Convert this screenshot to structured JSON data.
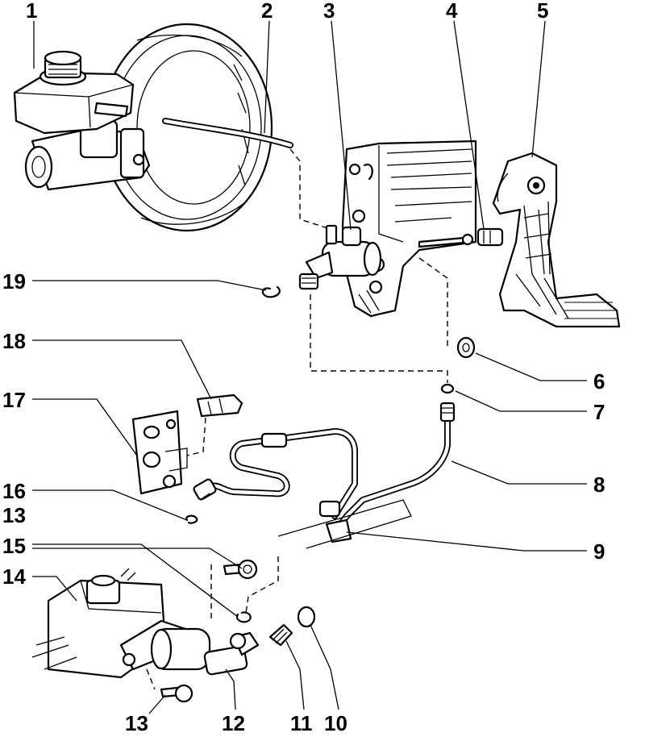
{
  "diagram": {
    "labels": [
      {
        "id": "1",
        "text": "1"
      },
      {
        "id": "2",
        "text": "2"
      },
      {
        "id": "3",
        "text": "3"
      },
      {
        "id": "4",
        "text": "4"
      },
      {
        "id": "5",
        "text": "5"
      },
      {
        "id": "6",
        "text": "6"
      },
      {
        "id": "7",
        "text": "7"
      },
      {
        "id": "8",
        "text": "8"
      },
      {
        "id": "9",
        "text": "9"
      },
      {
        "id": "10",
        "text": "10"
      },
      {
        "id": "11",
        "text": "11"
      },
      {
        "id": "12",
        "text": "12"
      },
      {
        "id": "13a",
        "text": "13"
      },
      {
        "id": "13b",
        "text": "13"
      },
      {
        "id": "14",
        "text": "14"
      },
      {
        "id": "15",
        "text": "15"
      },
      {
        "id": "16",
        "text": "16"
      },
      {
        "id": "17",
        "text": "17"
      },
      {
        "id": "18",
        "text": "18"
      },
      {
        "id": "19",
        "text": "19"
      }
    ]
  }
}
